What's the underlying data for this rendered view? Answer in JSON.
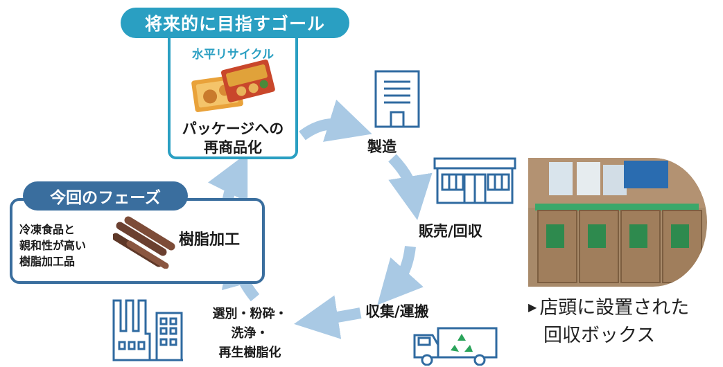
{
  "goal": {
    "tag": "将来的に目指すゴール",
    "subtitle": "水平リサイクル",
    "title": "パッケージへの\n再商品化"
  },
  "phase": {
    "tag": "今回のフェーズ",
    "description": "冷凍食品と\n親和性が高い\n樹脂加工品",
    "resin_label": "樹脂加工"
  },
  "steps": {
    "manufacturing": "製造",
    "sales_collection": "販売/回収",
    "collection_transport": "収集/運搬",
    "processing": "選別・粉砕・\n洗浄・\n再生樹脂化"
  },
  "photo": {
    "caption_line1": "店頭に設置された",
    "caption_line2": "回収ボックス",
    "marker": "▶"
  },
  "colors": {
    "goal": "#2a9fc2",
    "phase": "#3a6e9e",
    "arrow": "#a9c9e4",
    "icon": "#2f6aa0"
  },
  "icons": [
    "building-icon",
    "store-icon",
    "recycle-truck-icon",
    "factory-icon",
    "resin-sticks-icon",
    "package-icon"
  ]
}
